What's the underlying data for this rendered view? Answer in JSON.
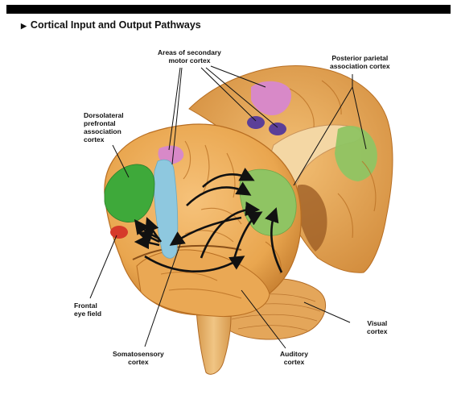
{
  "title": "Cortical Input and Output Pathways",
  "title_marker": "▶",
  "labels": {
    "secondary_motor": "Areas of secondary\nmotor cortex",
    "posterior_parietal": "Posterior parietal\nassociation cortex",
    "dorsolateral_prefrontal": "Dorsolateral\nprefrontal\nassociation\ncortex",
    "frontal_eye_field": "Frontal\neye field",
    "somatosensory": "Somatosensory\ncortex",
    "auditory": "Auditory\ncortex",
    "visual": "Visual\ncortex"
  },
  "colors": {
    "cortex": "#e9a64f",
    "cortex_dark": "#b86e22",
    "cerebellum": "#e4a65a",
    "brainstem": "#e9b46c",
    "prefrontal_green": "#3ea93a",
    "association_green": "#8fc463",
    "secondary_motor_pink": "#d889c8",
    "secondary_motor_purple": "#5b3f98",
    "frontal_eye_red": "#d63a2a",
    "motor_blue": "#8ec8df",
    "callosum": "#f4d7a4"
  }
}
